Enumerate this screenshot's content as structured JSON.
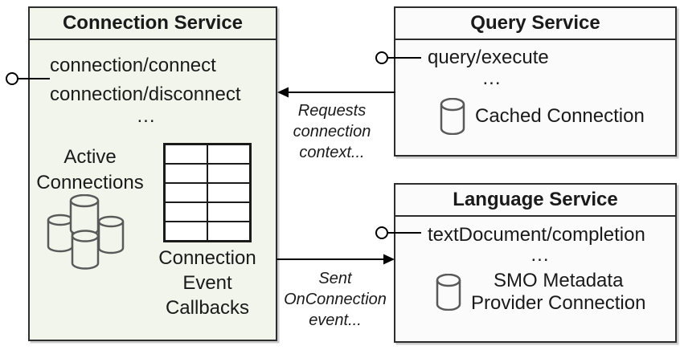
{
  "services": {
    "connection": {
      "title": "Connection Service",
      "methods": [
        "connection/connect",
        "connection/disconnect"
      ],
      "ellipsis": "...",
      "active_connections": [
        "Active",
        "Connections"
      ],
      "callbacks": [
        "Connection",
        "Event",
        "Callbacks"
      ]
    },
    "query": {
      "title": "Query Service",
      "methods": [
        "query/execute"
      ],
      "ellipsis": "...",
      "resource": "Cached Connection"
    },
    "language": {
      "title": "Language Service",
      "methods": [
        "textDocument/completion"
      ],
      "ellipsis": "...",
      "resource": [
        "SMO Metadata",
        "Provider Connection"
      ]
    }
  },
  "arrows": {
    "requests": [
      "Requests",
      "connection",
      "context..."
    ],
    "sent": [
      "Sent",
      "OnConnection",
      "event..."
    ]
  },
  "colors": {
    "connection_fill": "#f2f5ec",
    "service_fill": "#fbfbfc",
    "border": "#2d2d2d",
    "icon_stroke": "#595959",
    "text": "#1a1a1a",
    "arrow": "#000000"
  }
}
